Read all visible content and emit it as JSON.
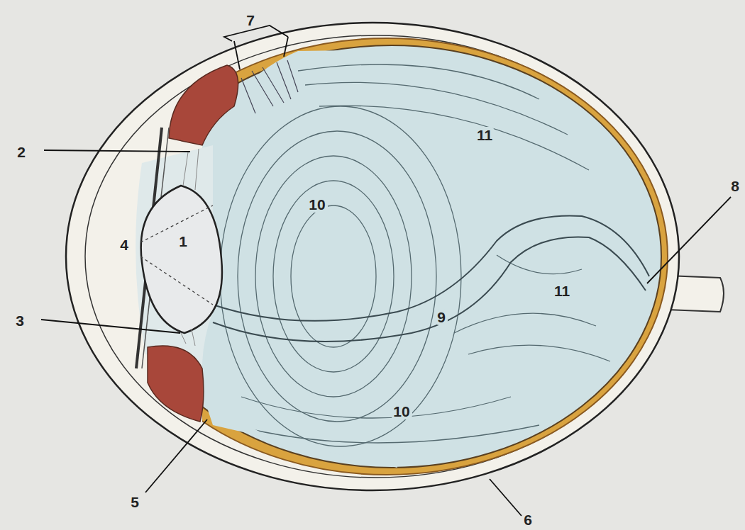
{
  "diagram": {
    "labels": [
      "7",
      "2",
      "10",
      "11",
      "8",
      "4",
      "1",
      "3",
      "9",
      "11",
      "10",
      "5",
      "6"
    ]
  }
}
